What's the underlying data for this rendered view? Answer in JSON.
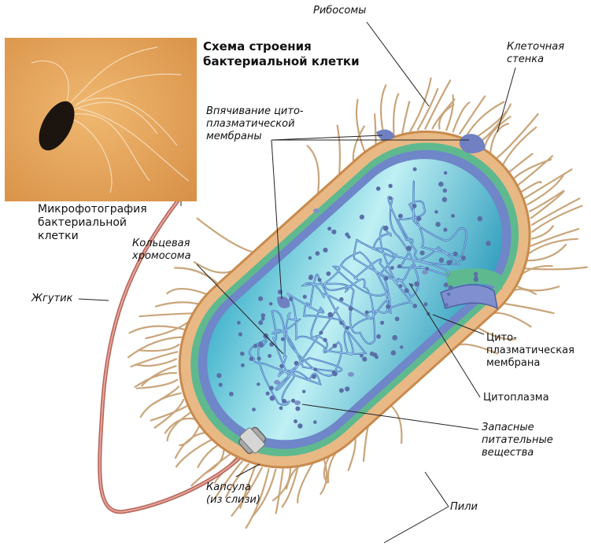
{
  "title": "Схема строения\nбактериальной клетки",
  "micrograph_caption": "Микрофотография\nбактериальной\nклетки",
  "labels": {
    "ribosomes": "Рибосомы",
    "cell_wall": "Клеточная\nстенка",
    "membrane_invagination": "Впячивание цито-\nплазматической\nмембраны",
    "ring_chromosome": "Кольцевая\nхромосома",
    "flagellum": "Жгутик",
    "cytoplasmic_membrane": "Цито-\nплазматическая\nмембрана",
    "cytoplasm": "Цитоплазма",
    "reserve_nutrients": "Запасные\nпитательные\nвещества",
    "pili": "Пили",
    "capsule": "Капсула\n(из слизи)"
  },
  "colors": {
    "capsule": "#e8b985",
    "capsule_edge": "#c98a4d",
    "cell_wall": "#5fb98f",
    "membrane": "#6f86c9",
    "cytoplasm_light": "#cdf5f7",
    "cytoplasm_dark": "#2aa6c4",
    "chromosome": "#3e6fb8",
    "ribosome": "#5a6fa8",
    "pili": "#c9a57a",
    "flagellum": "#c9786d",
    "micrograph_bg": "#e7a860",
    "leader_line": "#222222"
  }
}
